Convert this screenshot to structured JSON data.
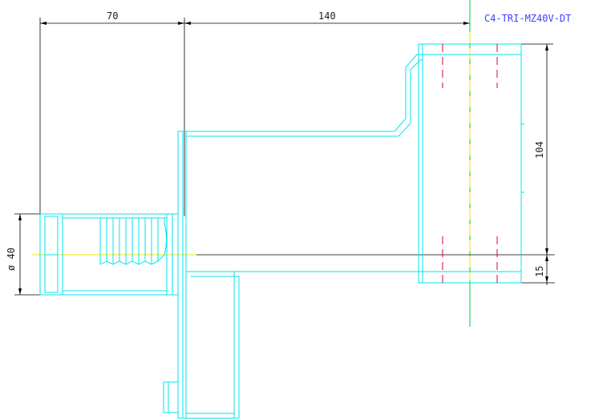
{
  "title": "C4-TRI-MZ40V-DT",
  "dimensions": {
    "top_left": "70",
    "top_right": "140",
    "right_height": "104",
    "right_small": "15",
    "diameter": "ø 40"
  },
  "colors": {
    "outline": "#00e5ee",
    "dimension": "#000000",
    "hidden": "#e0002b",
    "center_yellow": "#e8e800",
    "center_green": "#00cc33",
    "title": "#4040ff"
  }
}
